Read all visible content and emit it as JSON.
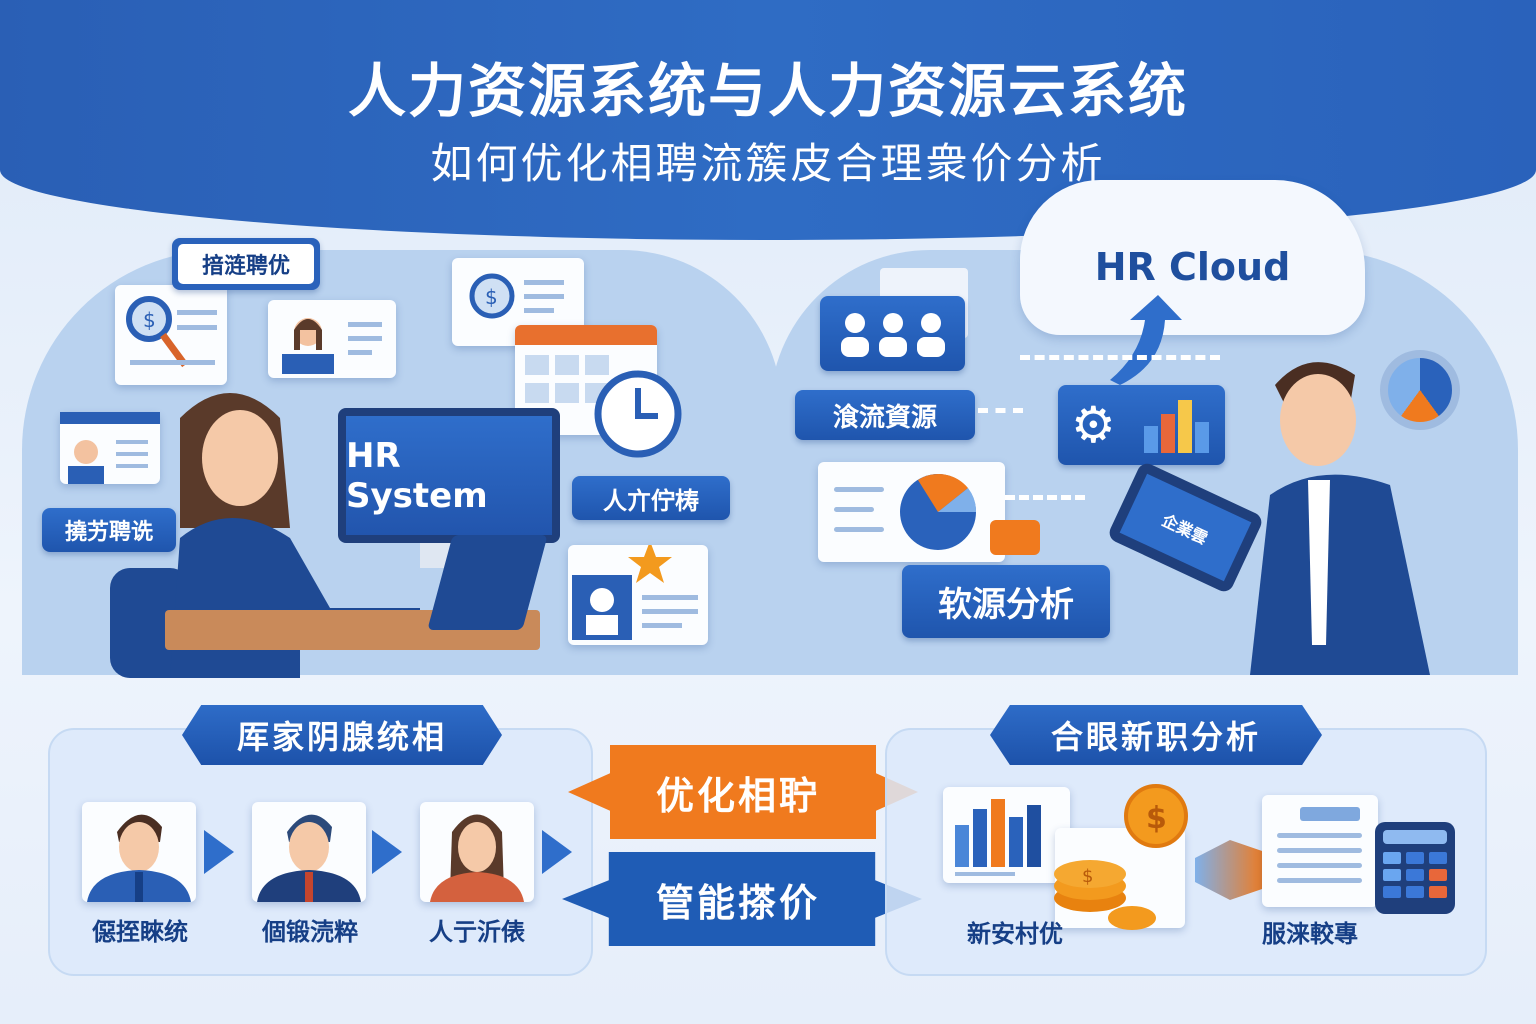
{
  "header": {
    "title": "人力资源系统与人力资源云系统",
    "subtitle": "如何优化相聘流簇皮合理衆价分析"
  },
  "left_scene": {
    "tag_top": "揞涟聘优",
    "monitor_text": "HR System",
    "tag_right": "人亣佇梼",
    "tag_left": "撓艻聘诜"
  },
  "right_scene": {
    "cloud_text": "HR Cloud",
    "tag_resources": "湌流資源",
    "tag_analysis": "软源分析",
    "tablet_text": "企業雲"
  },
  "bottom_left": {
    "title": "厍家阴腺统相",
    "people": [
      {
        "label": "僫挃睞统"
      },
      {
        "label": "個锻涜粹"
      },
      {
        "label": "人亍沂俵"
      }
    ]
  },
  "center": {
    "optimize_label": "优化相聍",
    "manage_label": "管能搽价",
    "colors": {
      "orange": "#f07a1e",
      "blue": "#1f5cb5"
    }
  },
  "bottom_right": {
    "title": "合眼新职分析",
    "items": [
      {
        "label": "新安村优"
      },
      {
        "label": "服涞較專"
      }
    ]
  },
  "colors": {
    "primary": "#2a62bb",
    "accent": "#f07a1e",
    "dark": "#163f86"
  }
}
